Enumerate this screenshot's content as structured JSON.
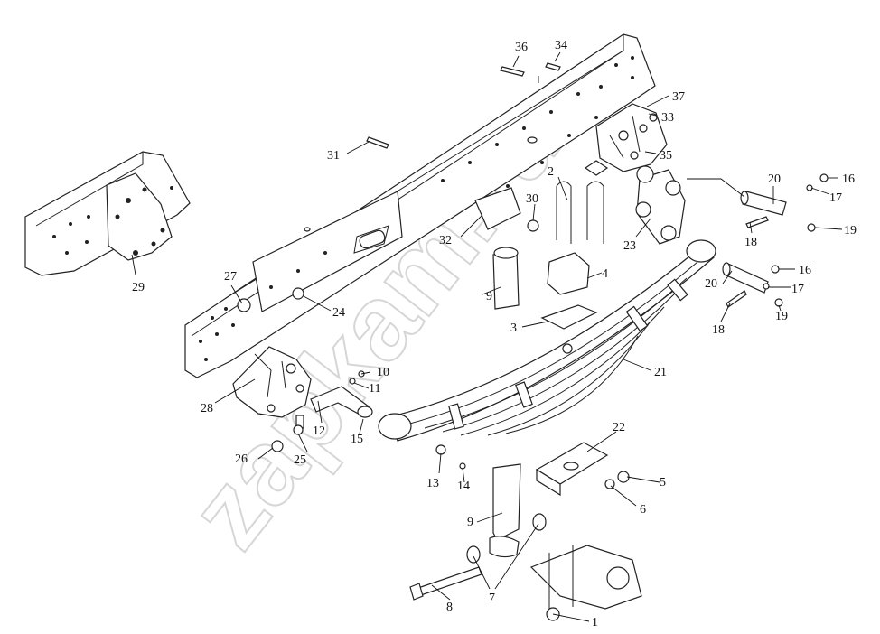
{
  "watermark": "zapkam.ru",
  "callouts": [
    "1",
    "2",
    "3",
    "4",
    "5",
    "6",
    "7",
    "8",
    "9",
    "9",
    "10",
    "11",
    "12",
    "13",
    "14",
    "15",
    "16",
    "16",
    "17",
    "17",
    "18",
    "18",
    "19",
    "19",
    "20",
    "20",
    "21",
    "22",
    "23",
    "24",
    "25",
    "26",
    "27",
    "28",
    "29",
    "30",
    "31",
    "32",
    "33",
    "34",
    "35",
    "36",
    "37"
  ]
}
